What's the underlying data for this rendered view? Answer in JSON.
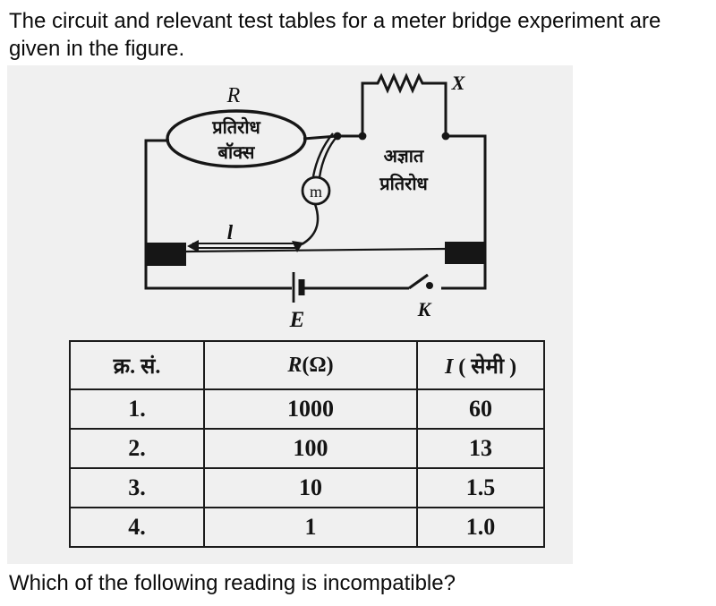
{
  "page": {
    "intro_line1": "The circuit and relevant test tables for a meter bridge experiment are",
    "intro_line2": "given in the figure.",
    "question": "Which of the following reading is incompatible?"
  },
  "figure": {
    "bg_color": "#f0f0f0",
    "circuit": {
      "resistance_box_symbol": "R",
      "resistance_box_label_line1": "प्रतिरोध",
      "resistance_box_label_line2": "बॉक्स",
      "unknown_resistance_symbol": "X",
      "unknown_resistance_label_line1": "अज्ञात",
      "unknown_resistance_label_line2": "प्रतिरोध",
      "galvanometer_symbol": "m",
      "balance_length_symbol": "l",
      "battery_symbol": "E",
      "key_symbol": "K"
    },
    "table": {
      "col1_header": "क्र. सं.",
      "col2_header_symbol": "R",
      "col2_header_unit": "(Ω)",
      "col3_header_symbol": "I",
      "col3_header_unit": "( सेमी )",
      "rows": [
        {
          "sn": "1.",
          "r": "1000",
          "l": "60"
        },
        {
          "sn": "2.",
          "r": "100",
          "l": "13"
        },
        {
          "sn": "3.",
          "r": "10",
          "l": "1.5"
        },
        {
          "sn": "4.",
          "r": "1",
          "l": "1.0"
        }
      ]
    }
  }
}
